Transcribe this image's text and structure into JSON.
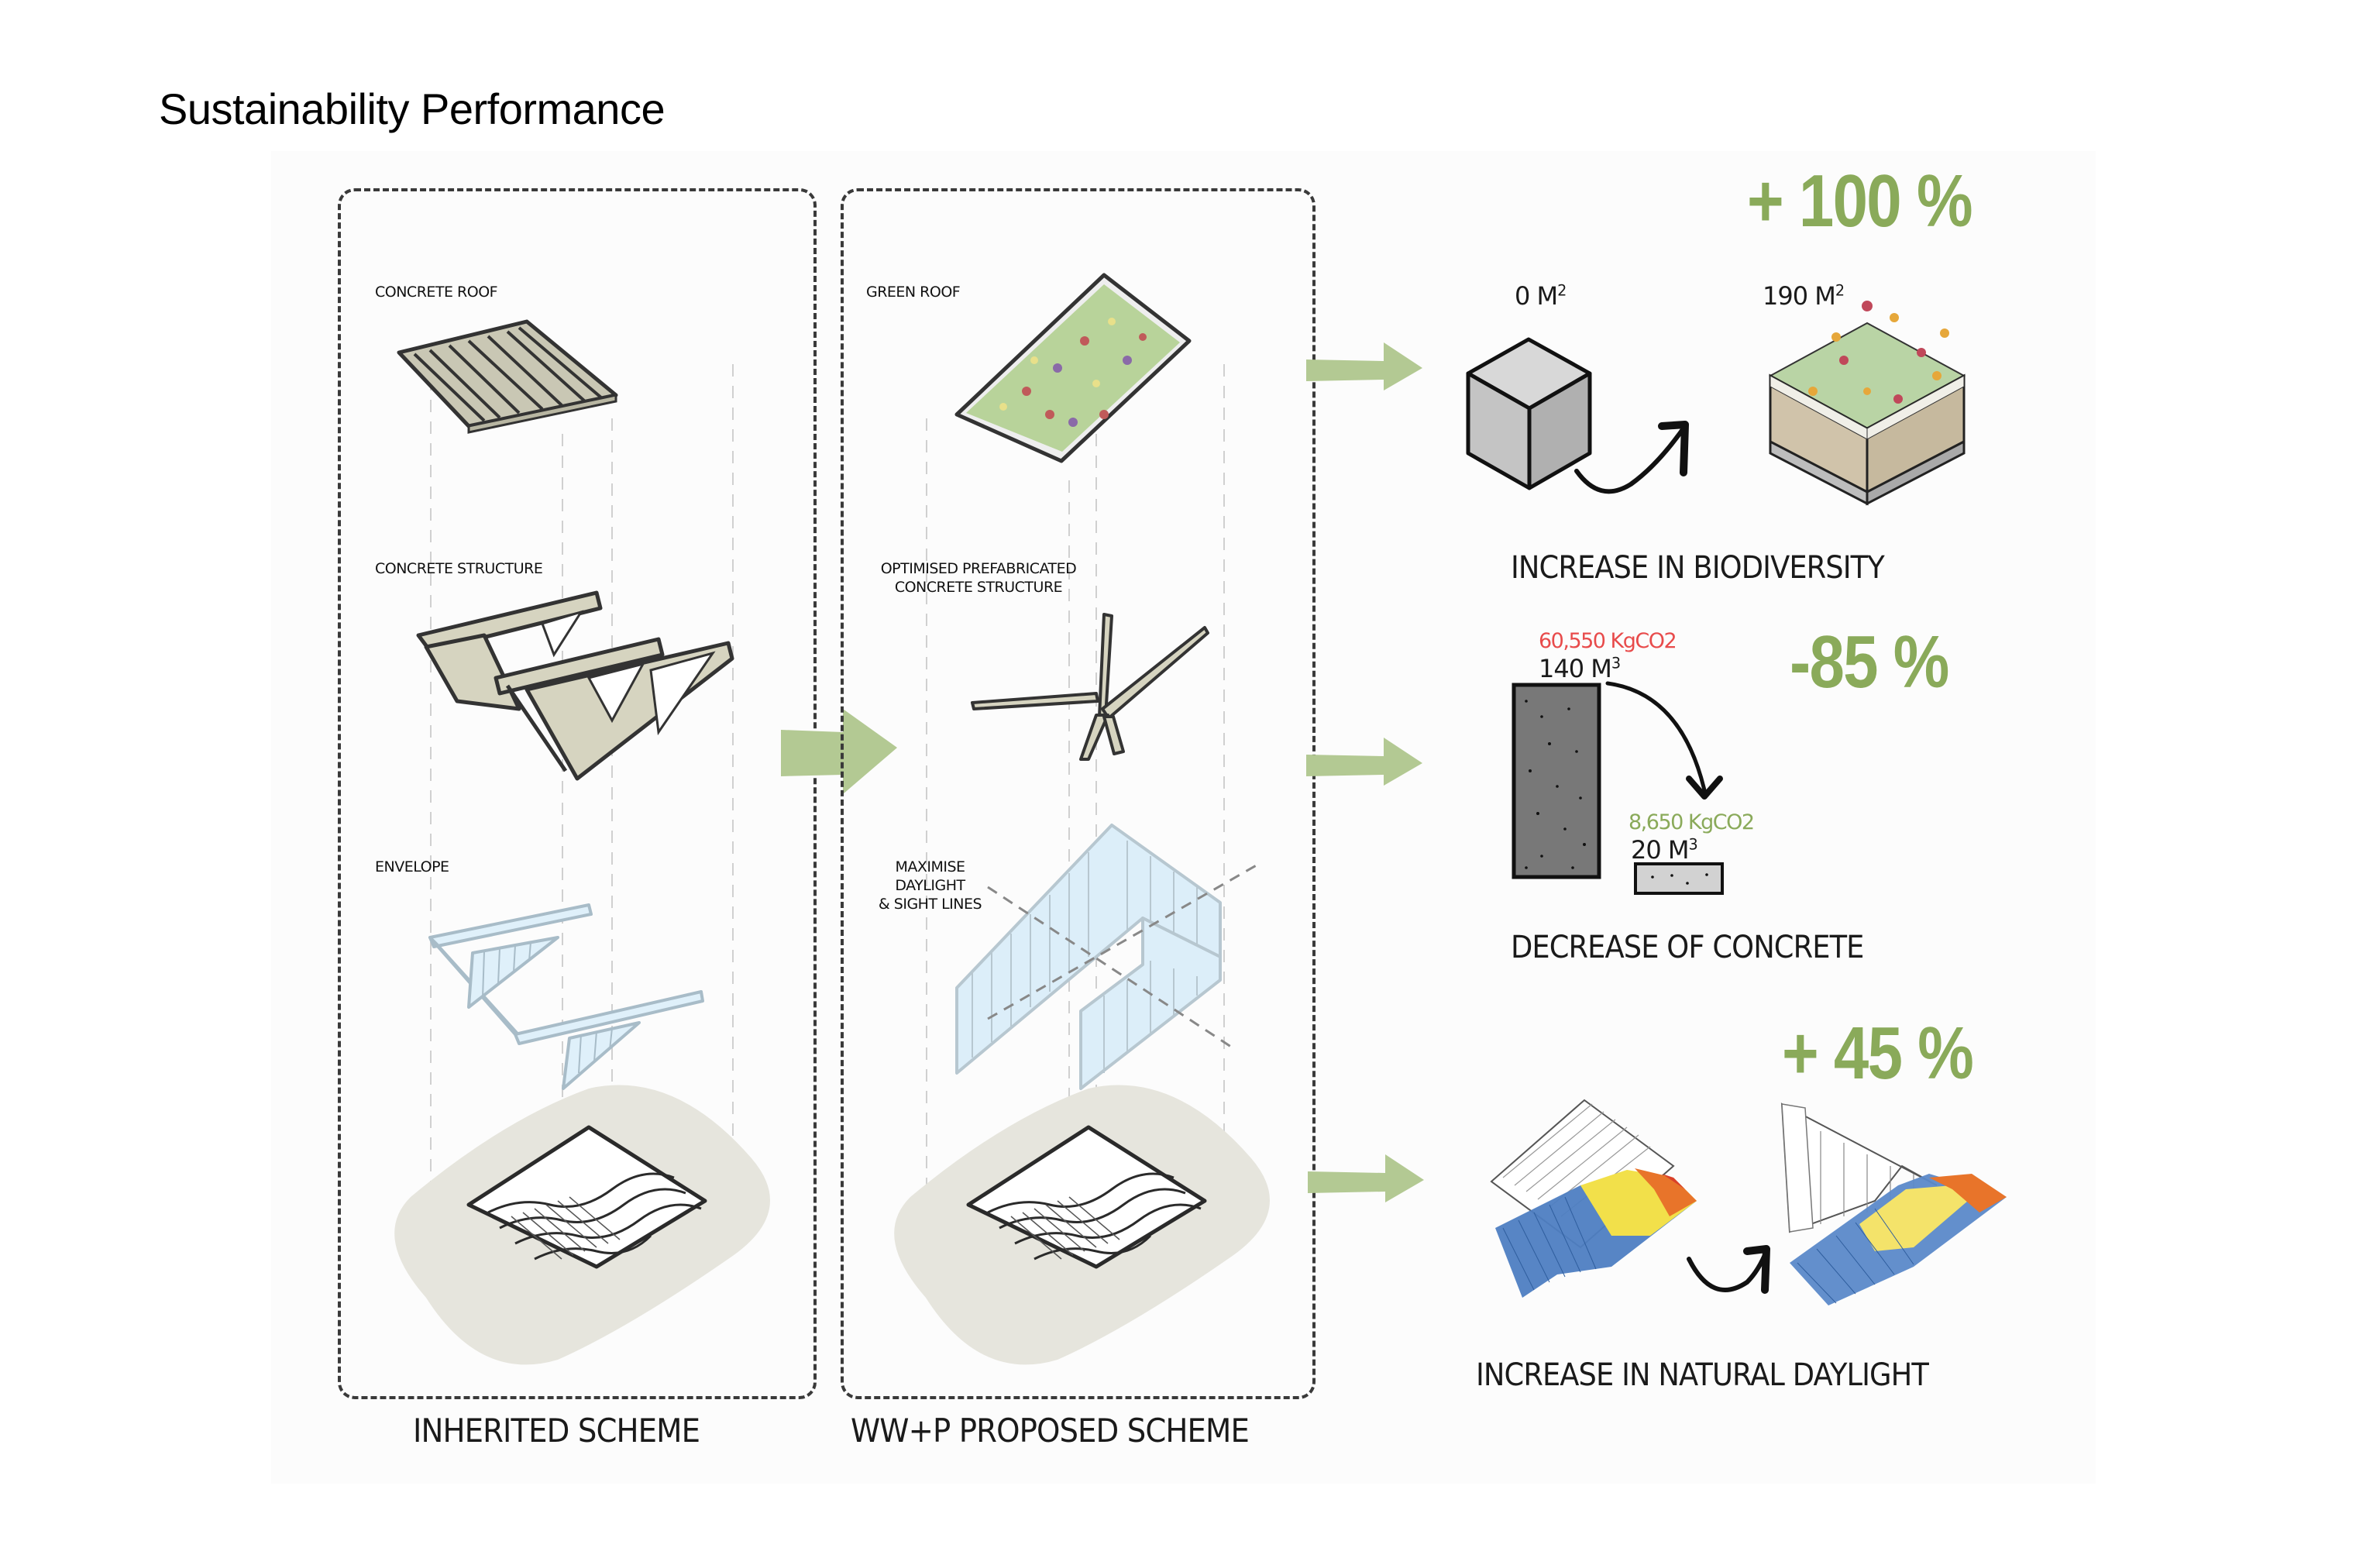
{
  "title": "Sustainability Performance",
  "colors": {
    "accent_green": "#8aaa5a",
    "arrow_green": "#b3c993",
    "co2_red": "#e84b4b",
    "concrete_beige": "#d4d2c0",
    "glass_blue": "#dbeef8",
    "site_gray": "#e6e5dd"
  },
  "schemes": {
    "inherited": {
      "label": "INHERITED SCHEME",
      "layers": [
        {
          "label": "CONCRETE ROOF",
          "icon": "concrete-roof-icon"
        },
        {
          "label": "CONCRETE STRUCTURE",
          "icon": "concrete-structure-icon"
        },
        {
          "label": "ENVELOPE",
          "icon": "envelope-icon"
        }
      ]
    },
    "proposed": {
      "label": "WW+P PROPOSED SCHEME",
      "layers": [
        {
          "label": "GREEN ROOF",
          "icon": "green-roof-icon"
        },
        {
          "label_line1": "OPTIMISED PREFABRICATED",
          "label_line2": "CONCRETE STRUCTURE",
          "icon": "prefab-structure-icon"
        },
        {
          "label_line1": "MAXIMISE DAYLIGHT",
          "label_line2": "& SIGHT LINES",
          "icon": "glazing-icon"
        }
      ]
    }
  },
  "metrics": {
    "biodiversity": {
      "change": "+ 100 %",
      "title": "INCREASE IN BIODIVERSITY",
      "before_value": "0 M",
      "before_unit_sup": "2",
      "after_value": "190 M",
      "after_unit_sup": "2"
    },
    "concrete": {
      "change": "-85 %",
      "title": "DECREASE OF CONCRETE",
      "before_co2": "60,550 KgCO2",
      "before_volume": "140 M",
      "before_volume_sup": "3",
      "after_co2": "8,650 KgCO2",
      "after_volume": "20 M",
      "after_volume_sup": "3"
    },
    "daylight": {
      "change": "+ 45 %",
      "title": "INCREASE IN NATURAL DAYLIGHT"
    }
  }
}
